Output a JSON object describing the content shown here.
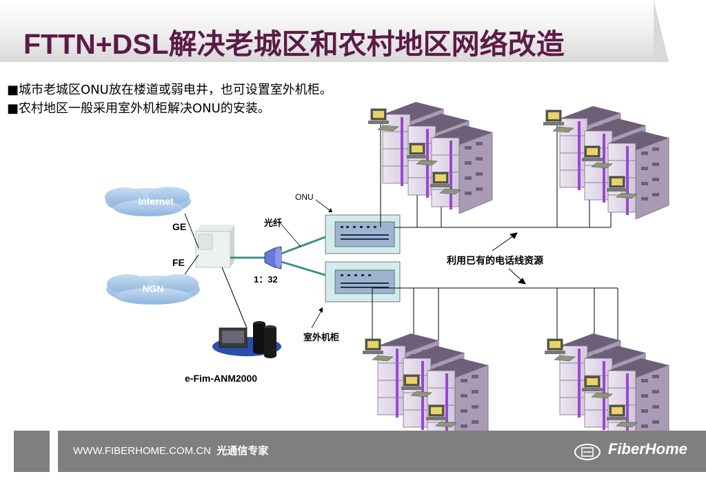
{
  "slide": {
    "title": "FTTN+DSL解决老城区和农村地区网络改造",
    "bullets": [
      "■城市老城区ONU放在楼道或弱电井，也可设置室外机柜。",
      "■农村地区一般采用室外机柜解决ONU的安装。"
    ]
  },
  "diagram": {
    "internet": "Internet",
    "ngn": "NGN",
    "ge": "GE",
    "fe": "FE",
    "fiber": "光纤",
    "splitter_ratio": "1：32",
    "onu": "ONU",
    "outdoor_cabinet": "室外机柜",
    "nms": "e-Fim-ANM2000",
    "phone_lines": "利用已有的电话线资源"
  },
  "footer": {
    "url": "WWW.FIBERHOME.COM.CN",
    "slogan": "光通信专家",
    "brand": "FiberHome",
    "logo_icon": "fiberhome-logo-icon"
  },
  "colors": {
    "title": "#5c1a47",
    "footer": "#7f7f7f",
    "cloud": "#a9c6e6",
    "fiber": "#3a8f8a",
    "building": "#d8cfe0",
    "riser": "#9b45d6"
  }
}
